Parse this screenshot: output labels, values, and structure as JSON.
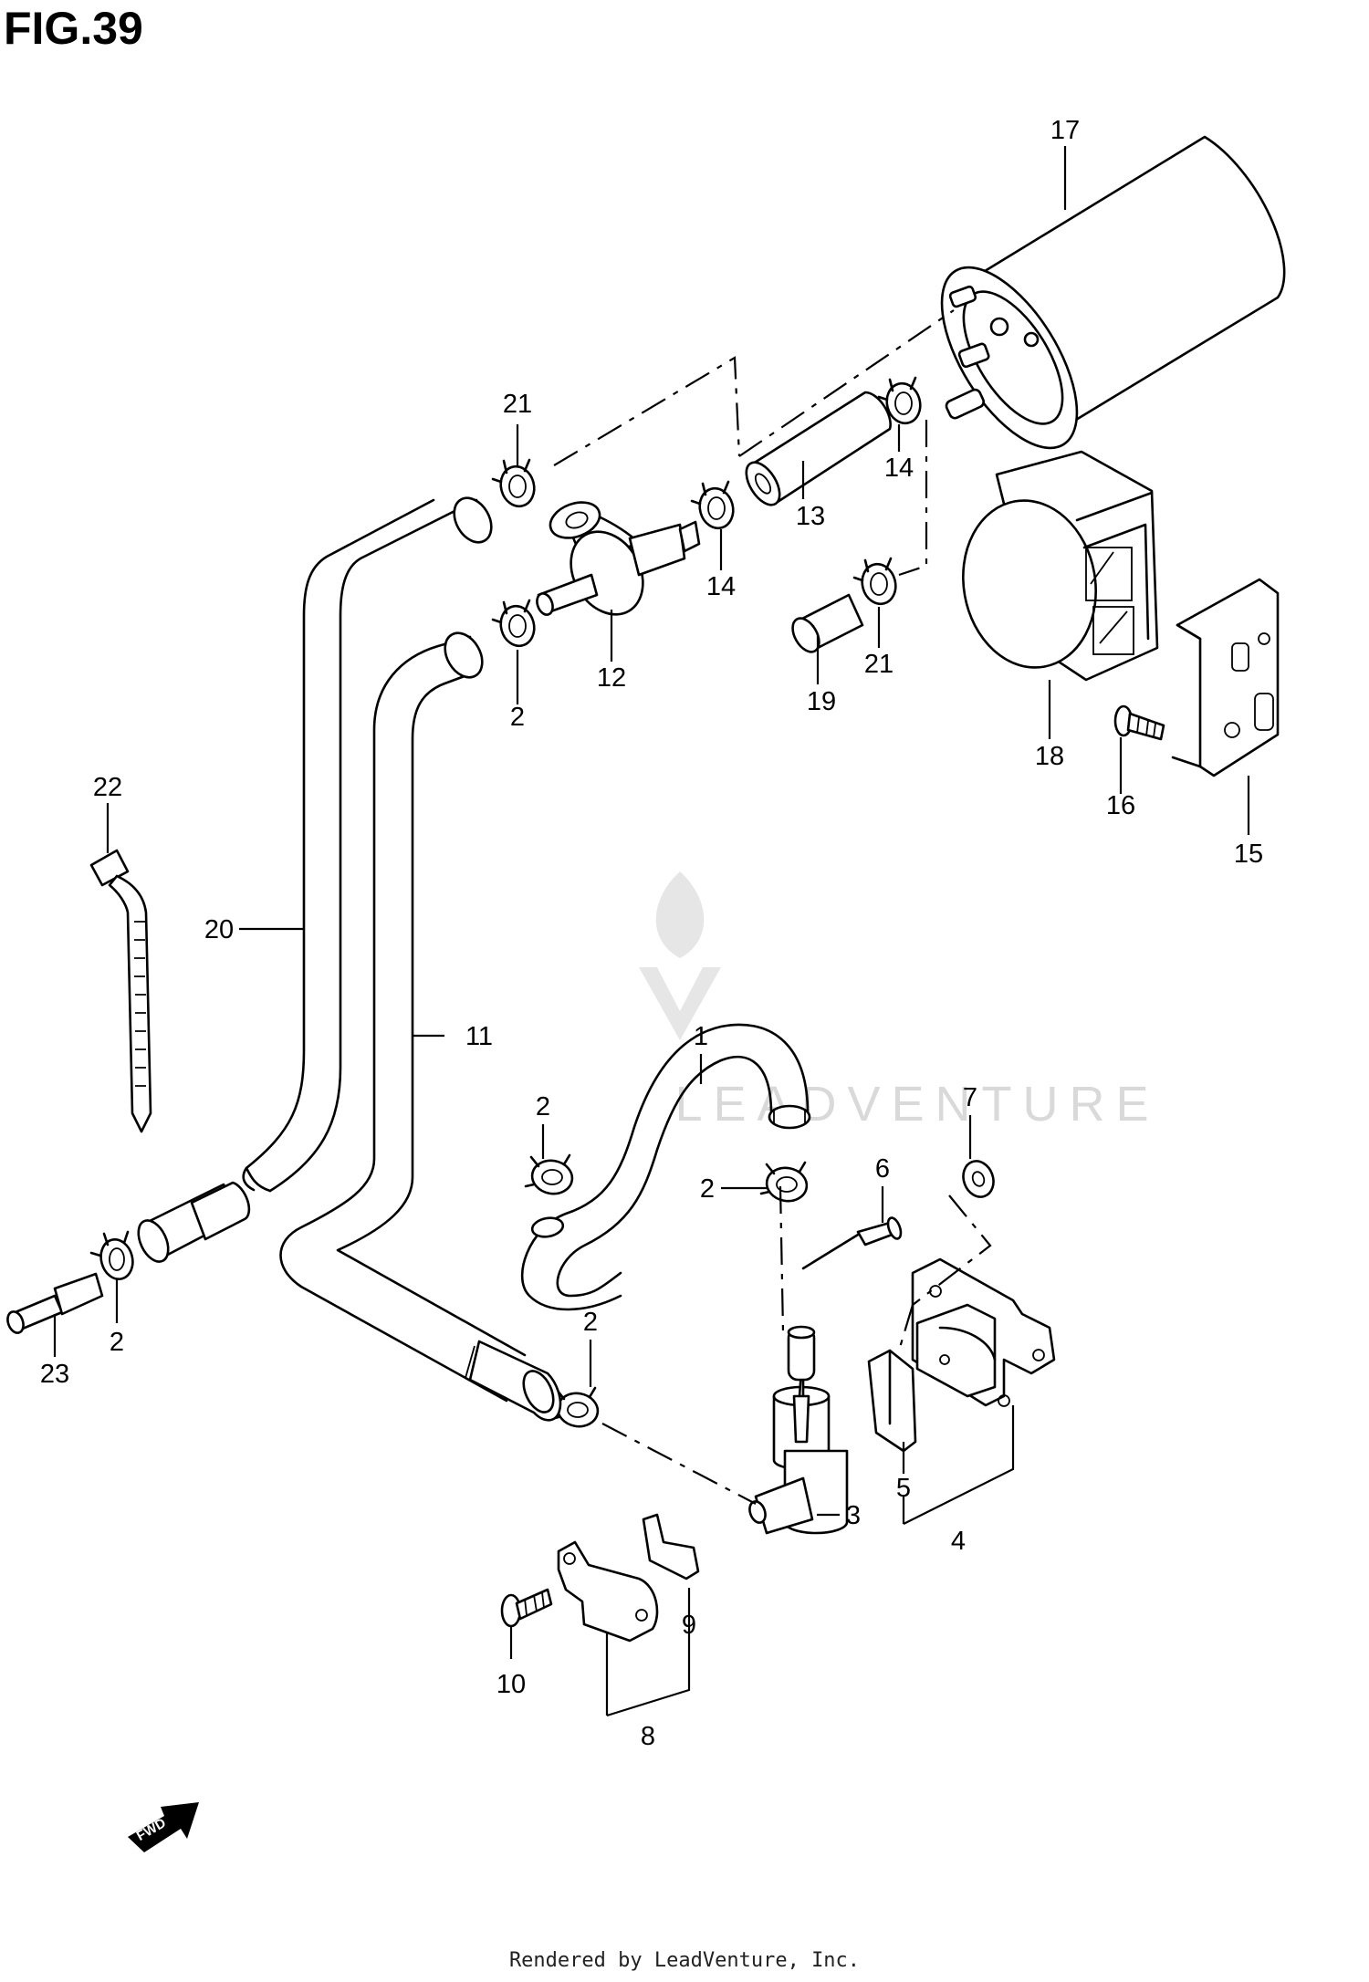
{
  "figure_title": "FIG.39",
  "watermark_text": "LEADVENTURE",
  "fwd_label": "FWD",
  "footer_text": "Rendered by LeadVenture, Inc.",
  "callouts": {
    "c1": "1",
    "c2a": "2",
    "c2b": "2",
    "c2c": "2",
    "c2d": "2",
    "c2e": "2",
    "c3": "3",
    "c4": "4",
    "c5": "5",
    "c6": "6",
    "c7": "7",
    "c8": "8",
    "c9": "9",
    "c10": "10",
    "c11": "11",
    "c12": "12",
    "c13": "13",
    "c14a": "14",
    "c14b": "14",
    "c15": "15",
    "c16": "16",
    "c17": "17",
    "c18": "18",
    "c19": "19",
    "c20": "20",
    "c21a": "21",
    "c21b": "21",
    "c22": "22",
    "c23": "23"
  }
}
